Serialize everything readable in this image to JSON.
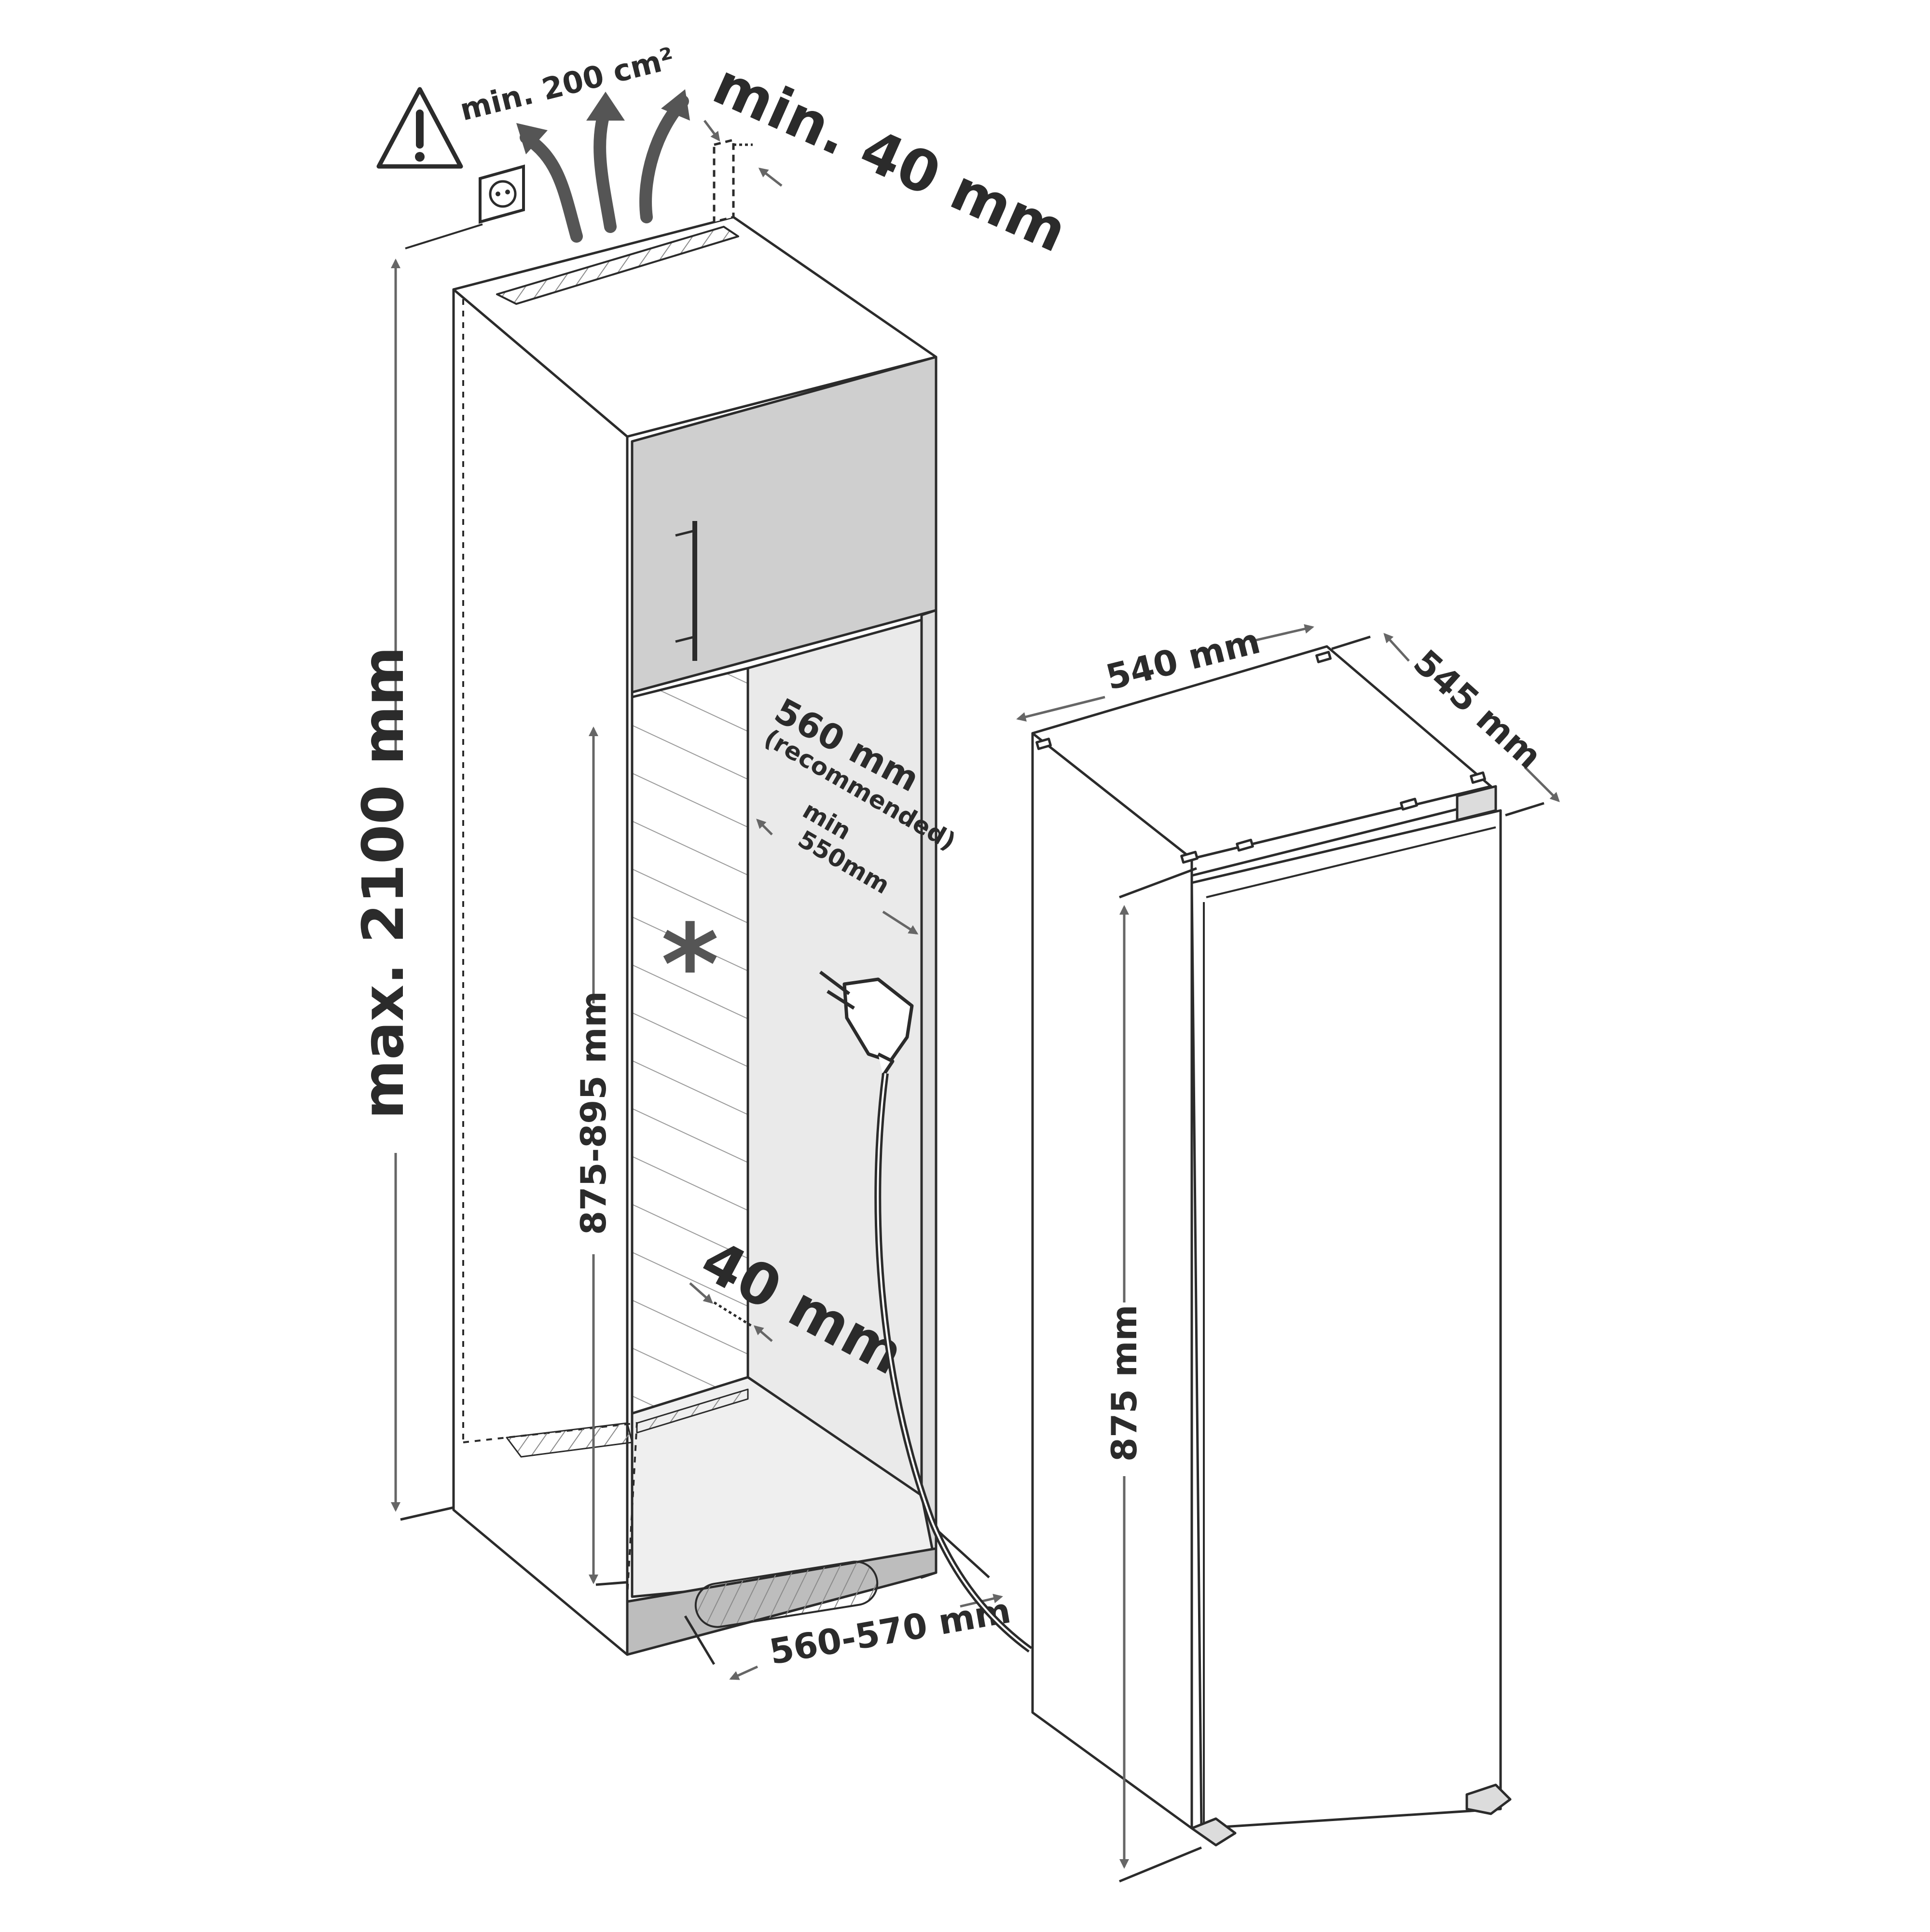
{
  "labels": {
    "vent_area": "min. 200 cm²",
    "top_gap": "min. 40 mm",
    "max_height": "max. 2100 mm",
    "niche_height": "875-895 mm",
    "rear_gap": "40 mm",
    "recommended_depth": "560 mm",
    "recommended_note": "(recommended)",
    "min_label": "min",
    "min_depth": "550mm",
    "niche_width": "560-570 mm",
    "appliance_width": "540 mm",
    "appliance_depth": "545 mm",
    "appliance_height": "875 mm",
    "asterisk": "*"
  },
  "icons": {
    "warning": "warning-triangle-icon",
    "socket": "power-socket-icon",
    "plug": "power-plug-icon",
    "airflow": "airflow-arrow-icon"
  },
  "colors": {
    "line": "#2b2b2b",
    "arrow": "#666666",
    "door_panel": "#cfcfcf",
    "niche_side": "#dedede",
    "niche_back": "#eaeaea",
    "plinth": "#bdbdbd"
  }
}
